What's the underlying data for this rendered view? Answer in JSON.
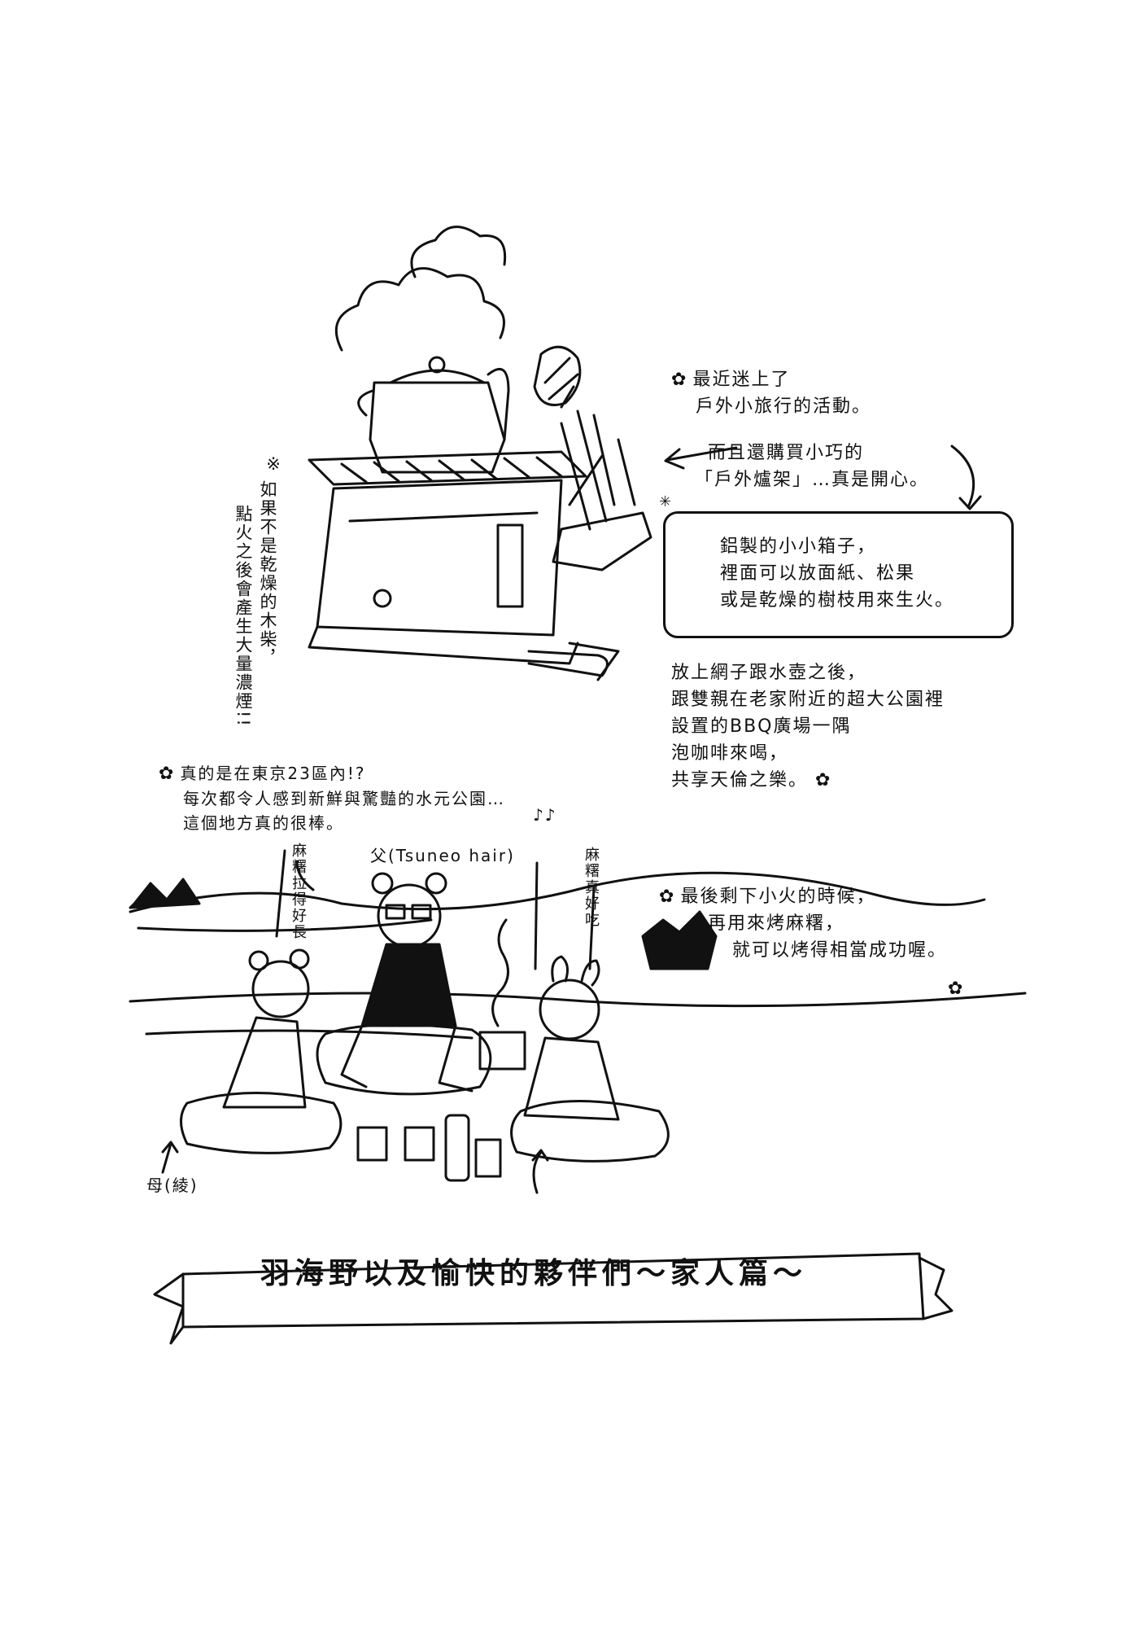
{
  "title": "羽海野以及愉快的夥伴們～家人篇～",
  "notes": {
    "hobby": [
      "最近迷上了",
      "戶外小旅行的活動。"
    ],
    "stove": [
      "而且還購買小巧的",
      "「戶外爐架」…真是開心。"
    ],
    "box": [
      "鋁製的小小箱子，",
      "裡面可以放面紙、松果",
      "或是乾燥的樹枝用來生火。"
    ],
    "coffee": [
      "放上網子跟水壺之後，",
      "跟雙親在老家附近的超大公園裡",
      "設置的BBQ廣場一隅",
      "泡咖啡來喝，",
      "共享天倫之樂。"
    ],
    "smoke": [
      "※",
      "如果不是乾燥的木柴，",
      "點火之後會產生大量濃煙!!"
    ],
    "park": [
      "真的是在東京23區內!?",
      "每次都令人感到新鮮與驚豔的水元公園…",
      "這個地方真的很棒。"
    ],
    "fire": [
      "最後剩下小火的時候，",
      "再用來烤麻糬，",
      "就可以烤得相當成功喔。"
    ]
  },
  "labels": {
    "father": "父(Tsuneo hair)",
    "mochi_stretch": "麻糬拉得好長",
    "mochi_tasty": "麻糬真好吃",
    "mother": "母(綾)",
    "notes_symbol": "♪♪"
  },
  "colors": {
    "ink": "#111111",
    "paper": "#ffffff"
  }
}
